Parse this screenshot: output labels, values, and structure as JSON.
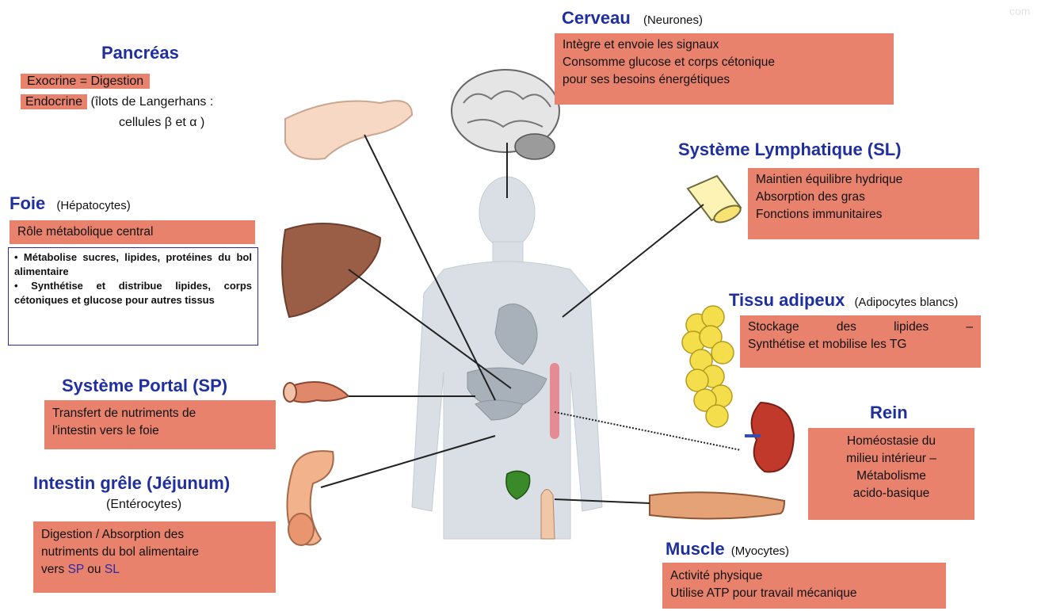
{
  "watermark": "com",
  "cerveau": {
    "title": "Cerveau",
    "sub": "(Neurones)",
    "lines": [
      "Intègre et envoie les signaux",
      "Consomme glucose et corps cétonique",
      "pour ses besoins énergétiques"
    ]
  },
  "pancreas": {
    "title": "Pancréas",
    "exo": "Exocrine  =  Digestion",
    "endo": "Endocrine",
    "endo_note": "(îlots de Langerhans :",
    "endo_note2": "cellules β et α )"
  },
  "foie": {
    "title": "Foie",
    "sub": "(Hépatocytes)",
    "role": "Rôle métabolique central",
    "bullets": [
      "• Métabolise sucres, lipides, protéines du bol alimentaire",
      "• Synthétise et distribue lipides, corps cétoniques et glucose pour autres tissus"
    ]
  },
  "sl": {
    "title": "Système Lymphatique (SL)",
    "lines": [
      "Maintien équilibre hydrique",
      "Absorption des gras",
      "Fonctions immunitaires"
    ]
  },
  "adipeux": {
    "title": "Tissu adipeux",
    "sub": "(Adipocytes blancs)",
    "lines": [
      "Stockage des lipides –",
      "Synthétise et mobilise les TG"
    ]
  },
  "sp": {
    "title": "Système Portal (SP)",
    "lines": [
      "Transfert de nutriments de",
      "l'intestin vers le foie"
    ]
  },
  "rein": {
    "title": "Rein",
    "lines": [
      "Homéostasie du",
      "milieu intérieur –",
      "Métabolisme",
      "acido-basique"
    ]
  },
  "intestin": {
    "title": "Intestin grêle (Jéjunum)",
    "sub": "(Entérocytes)",
    "line1": "Digestion / Absorption des",
    "line2": "nutriments du bol alimentaire",
    "line3a": "vers ",
    "sp": "SP",
    "ou": " ou ",
    "sl": "SL"
  },
  "muscle": {
    "title": "Muscle",
    "sub": "(Myocytes)",
    "lines": [
      "Activité physique",
      "Utilise ATP pour travail mécanique"
    ]
  },
  "colors": {
    "title": "#1f2f9e",
    "box": "#e8826c",
    "outline": "#2a2aa8"
  }
}
